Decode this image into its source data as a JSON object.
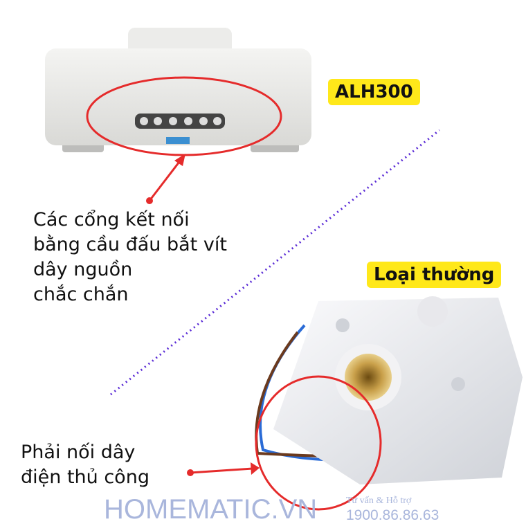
{
  "labels": {
    "alh300": "ALH300",
    "regular": "Loại thường"
  },
  "captions": {
    "alh300_lines": [
      "Các cổng kết nối",
      "bằng cầu đấu bắt vít",
      "dây nguồn",
      "chắc chắn"
    ],
    "regular_lines": [
      "Phải nối dây",
      "điện thủ công"
    ]
  },
  "watermark": {
    "brand": "HOMEMATIC.VN",
    "support_label": "Tư vấn & Hỗ trợ",
    "phone": "1900.86.86.63"
  },
  "colors": {
    "highlight": "#ffe81a",
    "annotation": "#e52b2b",
    "divider": "#5a2bd6",
    "watermark": "#a9b6dc"
  }
}
